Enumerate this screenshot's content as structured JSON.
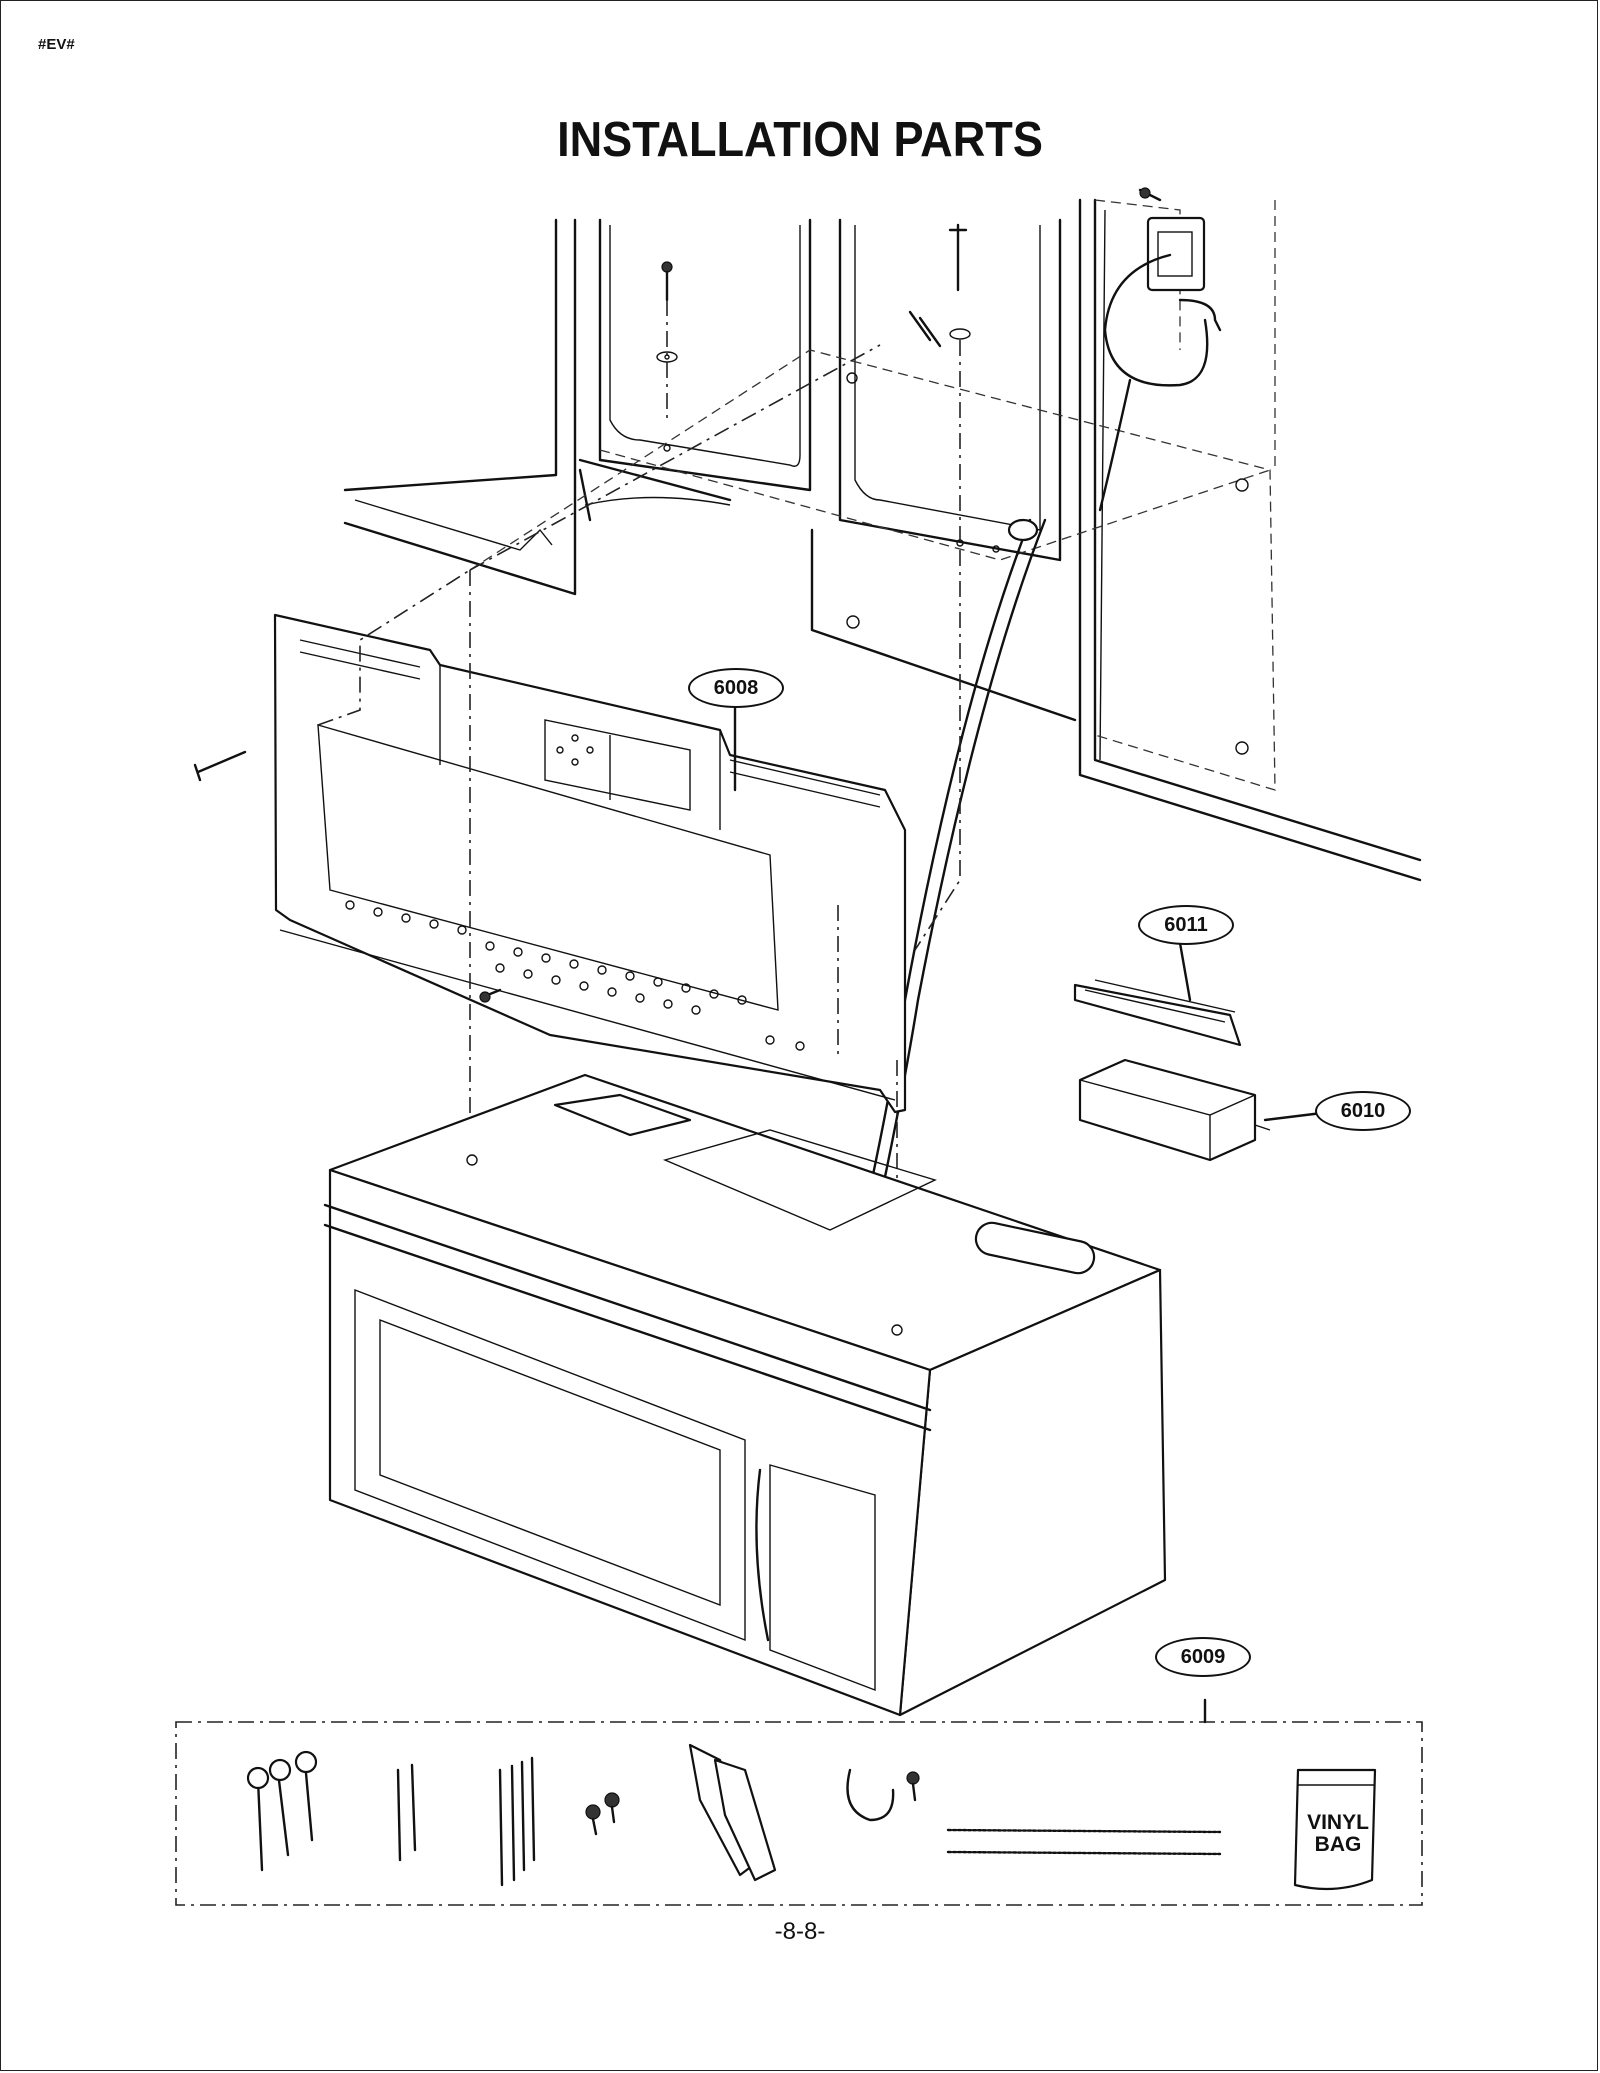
{
  "header": {
    "code": "#EV#"
  },
  "title": "INSTALLATION PARTS",
  "callouts": {
    "wall_plate": "6008",
    "top_plate": "6011",
    "damper_box": "6010",
    "parts_kit": "6009"
  },
  "kit": {
    "bag_label_line1": "VINYL",
    "bag_label_line2": "BAG"
  },
  "footer": {
    "page_number": "-8-8-"
  }
}
